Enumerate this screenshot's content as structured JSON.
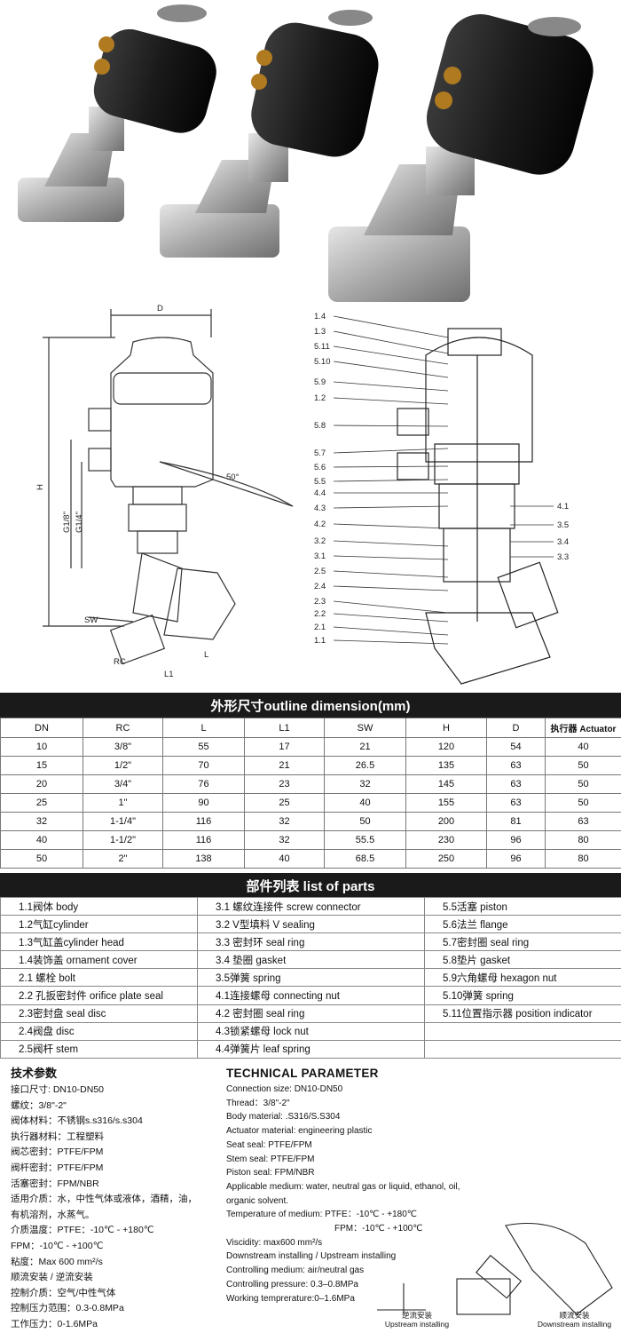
{
  "dimension_table": {
    "title": "外形尺寸outline dimension(mm)",
    "headers": [
      "DN",
      "RC",
      "L",
      "L1",
      "SW",
      "H",
      "D",
      "执行器 Actuator"
    ],
    "rows": [
      [
        "10",
        "3/8\"",
        "55",
        "17",
        "21",
        "120",
        "54",
        "40"
      ],
      [
        "15",
        "1/2\"",
        "70",
        "21",
        "26.5",
        "135",
        "63",
        "50"
      ],
      [
        "20",
        "3/4\"",
        "76",
        "23",
        "32",
        "145",
        "63",
        "50"
      ],
      [
        "25",
        "1\"",
        "90",
        "25",
        "40",
        "155",
        "63",
        "50"
      ],
      [
        "32",
        "1-1/4\"",
        "116",
        "32",
        "50",
        "200",
        "81",
        "63"
      ],
      [
        "40",
        "1-1/2\"",
        "116",
        "32",
        "55.5",
        "230",
        "96",
        "80"
      ],
      [
        "50",
        "2\"",
        "138",
        "40",
        "68.5",
        "250",
        "96",
        "80"
      ]
    ]
  },
  "parts_table": {
    "title": "部件列表 list of parts",
    "rows": [
      [
        "1.1阀体 body",
        "3.1 螺纹连接件 screw connector",
        "5.5活塞 piston"
      ],
      [
        "1.2气缸cylinder",
        "3.2 V型填料  V sealing",
        "5.6法兰 flange"
      ],
      [
        "1.3气缸盖cylinder head",
        "3.3 密封环 seal ring",
        "5.7密封圈 seal ring"
      ],
      [
        "1.4装饰盖 ornament cover",
        "3.4 垫圈 gasket",
        "5.8垫片 gasket"
      ],
      [
        "2.1 螺栓 bolt",
        "3.5弹簧 spring",
        "5.9六角螺母 hexagon nut"
      ],
      [
        "2.2 孔扳密封件 orifice plate seal",
        "4.1连接螺母 connecting nut",
        "5.10弹簧 spring"
      ],
      [
        "2.3密封盘 seal disc",
        "4.2 密封圈 seal ring",
        "5.11位置指示器 position indicator"
      ],
      [
        "2.4阀盘 disc",
        "4.3锁紧螺母 lock nut",
        ""
      ],
      [
        "2.5阀杆 stem",
        "4.4弹簧片 leaf spring",
        ""
      ]
    ]
  },
  "tech_cn": {
    "title": "技术参数",
    "lines": [
      "接口尺寸: DN10-DN50",
      "螺纹：3/8\"-2\"",
      "阀体材料：不锈钢s.s316/s.s304",
      "执行器材料：工程塑料",
      "阀芯密封：PTFE/FPM",
      "阀杆密封：PTFE/FPM",
      "活塞密封：FPM/NBR",
      "适用介质：水，中性气体或液体，酒精，油，",
      "有机溶剂，水蒸气。",
      "介质温度：PTFE：-10℃ - +180℃",
      "        FPM：-10℃ - +100℃",
      "粘度：Max 600 mm²/s",
      "顺流安装 / 逆流安装",
      "控制介质：空气/中性气体",
      "控制压力范围：0.3-0.8MPa",
      "工作压力：0-1.6MPa"
    ]
  },
  "tech_en": {
    "title": "TECHNICAL PARAMETER",
    "lines": [
      "Connection size: DN10-DN50",
      "Thread：3/8\"-2\"",
      "Body material: .S316/S.S304",
      "Actuator material: engineering plastic",
      "Seat seal: PTFE/FPM",
      "Stem seal: PTFE/FPM",
      "Piston seal: FPM/NBR",
      "Applicable medium: water, neutral gas or liquid, ethanol, oil,",
      "organic solvent.",
      "Temperature of medium: PTFE：-10℃ - +180℃",
      "FPM：-10℃ - +100℃",
      "Viscidity: max600 mm²/s",
      "Downstream installing / Upstream installing",
      "Controlling medium: air/neutral gas",
      "Controlling pressure: 0.3–0.8MPa",
      "Working temprerature:0–1.6MPa"
    ]
  },
  "drawing_labels": {
    "dims": {
      "D": "D",
      "H": "H",
      "G18": "G1/8\"",
      "G14": "G1/4\"",
      "SW": "SW",
      "RC": "RC",
      "L1": "L1",
      "L": "L",
      "angle": "50°"
    },
    "parts_left": [
      "1.4",
      "1.3",
      "5.11",
      "5.10",
      "5.9",
      "1.2",
      "5.8",
      "5.7",
      "5.6",
      "5.5",
      "4.4",
      "4.3",
      "4.2",
      "3.2",
      "3.1",
      "2.5",
      "2.4",
      "2.3",
      "2.2",
      "2.1",
      "1.1"
    ],
    "parts_right": [
      "4.1",
      "3.5",
      "3.4",
      "3.3"
    ]
  },
  "install_labels": {
    "upstream_cn": "逆流安装",
    "upstream_en": "Upstream installing",
    "downstream_cn": "顺流安装",
    "downstream_en": "Downstream installing"
  }
}
